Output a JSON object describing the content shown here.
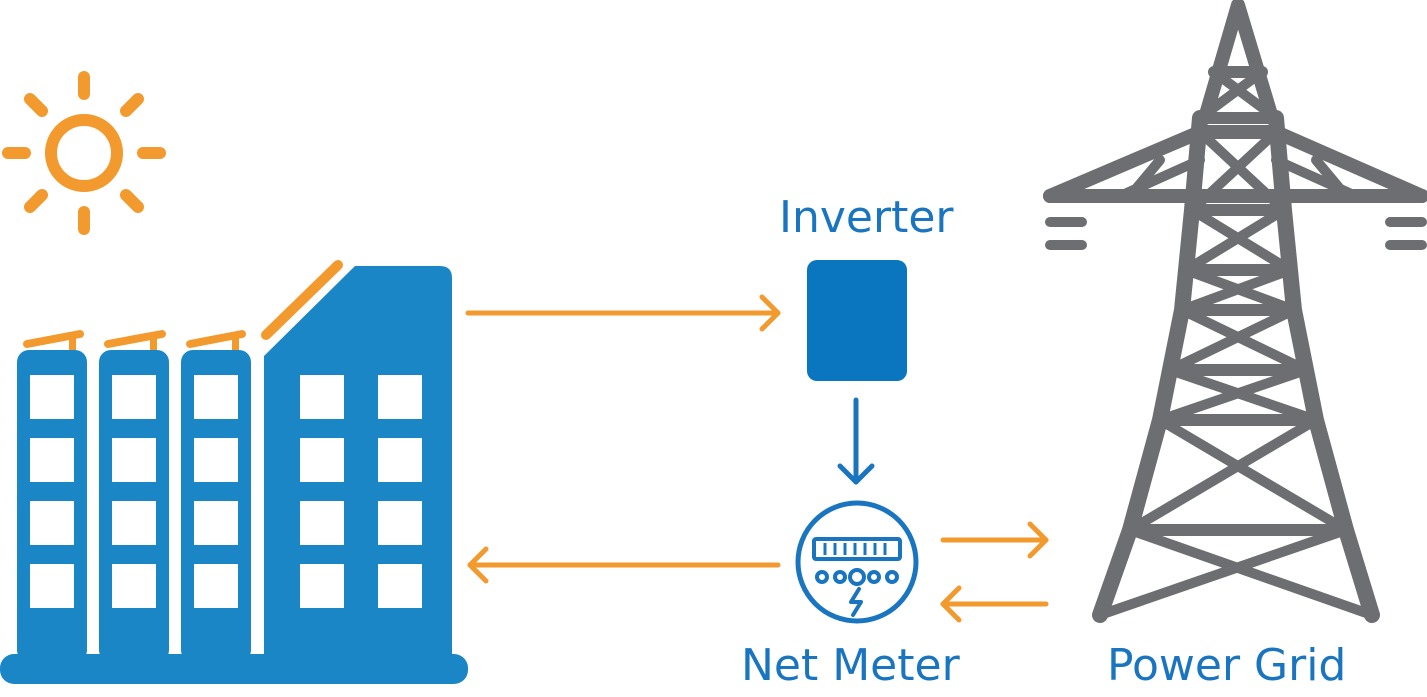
{
  "labels": {
    "inverter": "Inverter",
    "net_meter": "Net Meter",
    "power_grid": "Power Grid"
  },
  "colors": {
    "building": "#1a86c6",
    "inverter": "#0a76bf",
    "solar": "#f39a2f",
    "arrow": "#f39a2f",
    "flow_arrow": "#1a75c0",
    "tower": "#6d6e71",
    "text": "#1a75c0"
  },
  "icons": {
    "sun": "sun-icon",
    "building": "building-icon",
    "inverter": "inverter-box-icon",
    "meter": "electric-meter-icon",
    "tower": "transmission-tower-icon"
  }
}
